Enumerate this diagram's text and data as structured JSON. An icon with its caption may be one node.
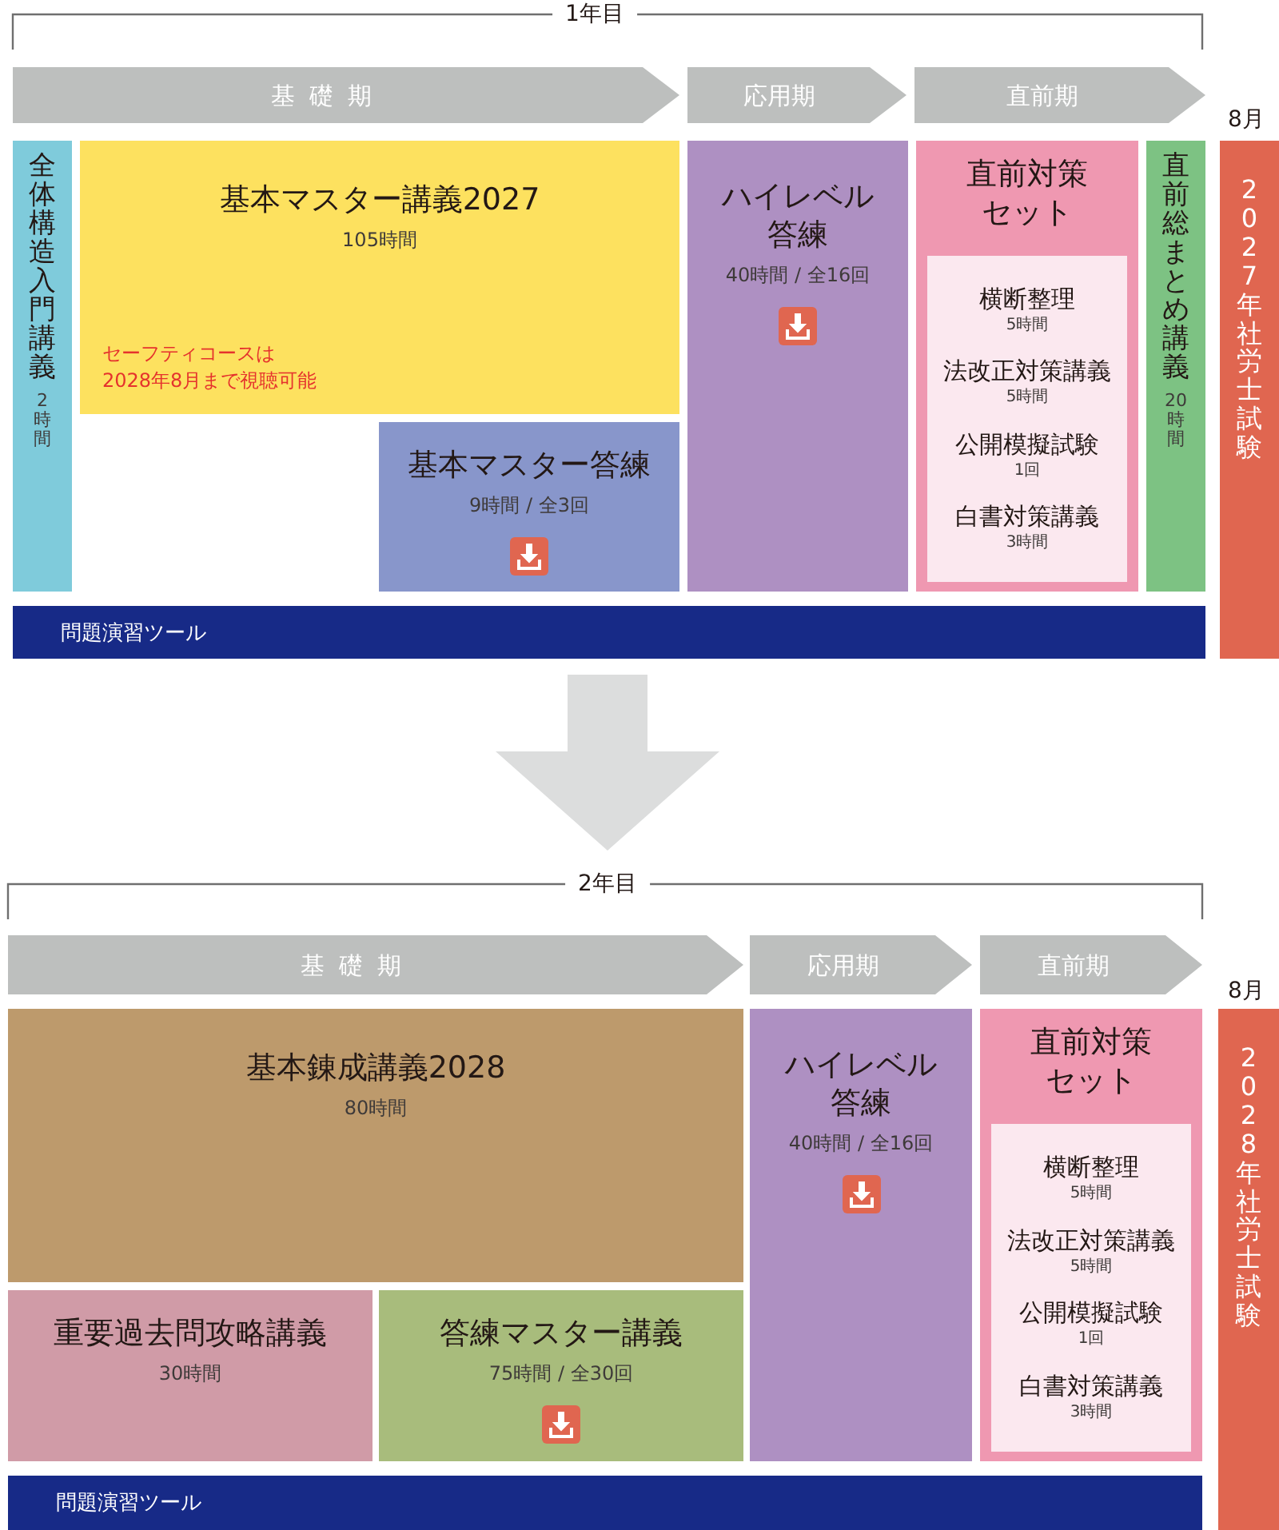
{
  "diagram": {
    "nodes": [
      {
        "text": [
          "基礎期"
        ]
      },
      {
        "text": [
          "応用期"
        ]
      },
      {
        "text": [
          "直前期"
        ]
      },
      {
        "text": [
          "全体構造入門講義",
          "2時間"
        ]
      },
      {
        "text": [
          "基本マスター講義2027",
          "105時間",
          "セーフティコースは2028年8月まで視聴可能"
        ]
      },
      {
        "text": [
          "基本マスター答練",
          "9時間 / 全3回"
        ]
      },
      {
        "text": [
          "ハイレベル答練",
          "40時間 / 全16回"
        ]
      },
      {
        "text": [
          "直前対策セット"
        ]
      },
      {
        "text": [
          "横断整理",
          "5時間",
          "法改正対策講義",
          "5時間",
          "公開模擬試験",
          "1回",
          "白書対策講義",
          "3時間"
        ],
        "in": 7
      },
      {
        "text": [
          "直前総まとめ講義",
          "20時間"
        ]
      },
      {
        "text": [
          "2027年社労士試験"
        ],
        "beside": [
          "8月"
        ]
      },
      {
        "text": [
          "問題演習ツール"
        ]
      },
      {
        "text": [
          "基礎期"
        ]
      },
      {
        "text": [
          "応用期"
        ]
      },
      {
        "text": [
          "直前期"
        ]
      },
      {
        "text": [
          "基本錬成講義2028",
          "80時間"
        ]
      },
      {
        "text": [
          "重要過去問攻略講義",
          "30時間"
        ]
      },
      {
        "text": [
          "答練マスター講義",
          "75時間 / 全30回"
        ]
      },
      {
        "text": [
          "ハイレベル答練",
          "40時間 / 全16回"
        ]
      },
      {
        "text": [
          "直前対策セット"
        ]
      },
      {
        "text": [
          "横断整理",
          "5時間",
          "法改正対策講義",
          "5時間",
          "公開模擬試験",
          "1回",
          "白書対策講義",
          "3時間"
        ],
        "in": 19
      },
      {
        "text": [
          "2028年社労士試験"
        ],
        "beside": [
          "8月"
        ]
      },
      {
        "text": [
          "問題演習ツール"
        ]
      }
    ],
    "labels": [
      "1年目",
      "2年目"
    ]
  }
}
